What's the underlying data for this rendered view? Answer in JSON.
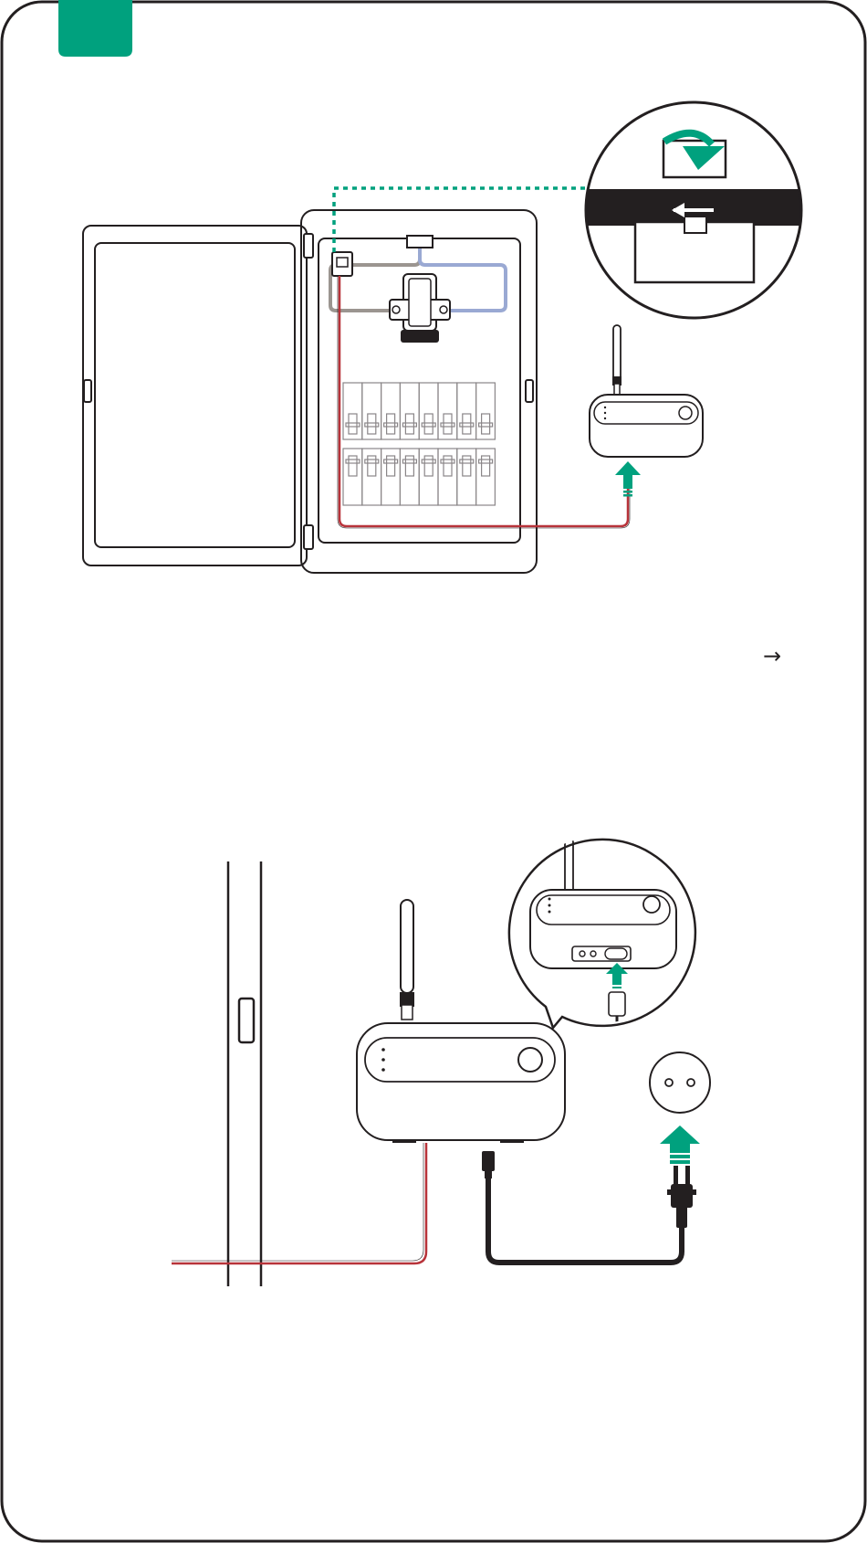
{
  "step_badge": {
    "color": "#00a17e",
    "label": ""
  },
  "next_arrow": {
    "glyph": "→"
  },
  "colors": {
    "outline": "#231f20",
    "accent": "#00a17e",
    "signal_wire": "#b8333a",
    "ct_lead_gray": "#9b9590",
    "ct_lead_blue": "#9aa9d3",
    "cord": "#231f20"
  },
  "icons": [
    "step-badge",
    "panel-door",
    "breaker-panel",
    "current-clamp-sensor",
    "zoom-callout-clamp",
    "gateway-device",
    "antenna",
    "plug-arrow-icon",
    "zoom-callout-gateway-port",
    "wall-outlet",
    "power-plug"
  ]
}
